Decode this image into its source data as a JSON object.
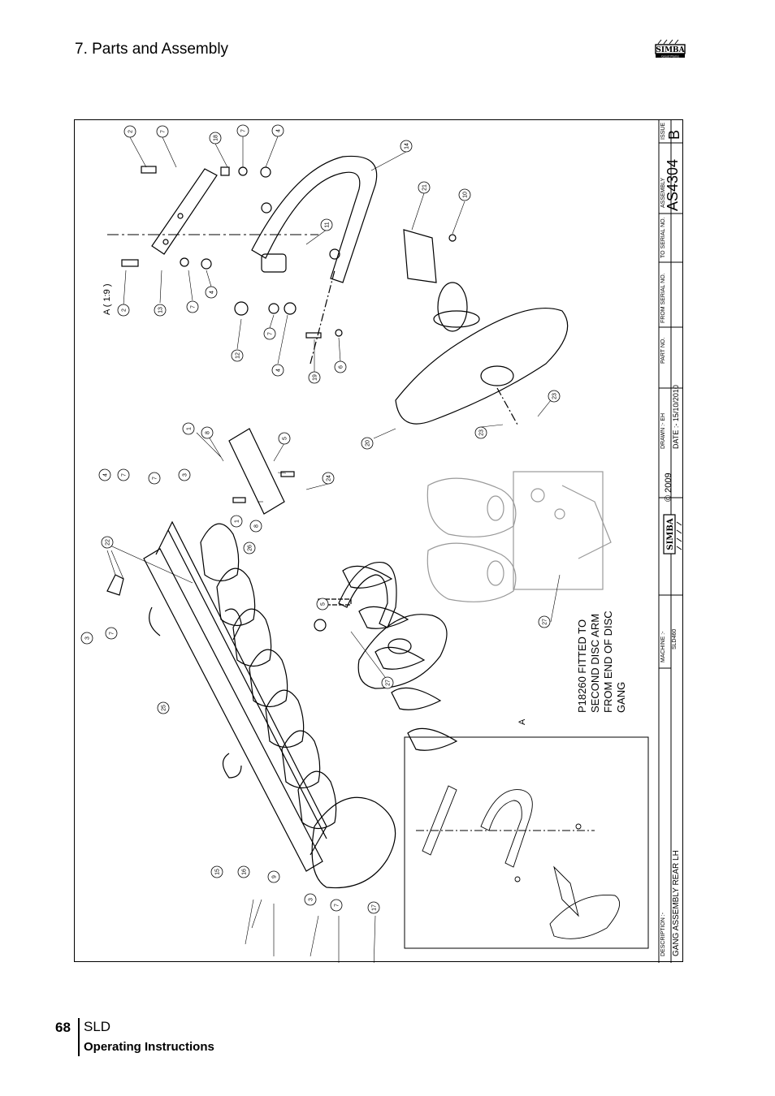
{
  "header": {
    "section_title": "7. Parts and Assembly",
    "logo_text": "SIMBA",
    "logo_subtext": "Great Plains"
  },
  "drawing": {
    "view_label": "A ( 1:9 )",
    "section_marker": "A",
    "note_lines": [
      "P18260 FITTED TO",
      "SECOND DISC ARM",
      "FROM END OF DISC",
      "GANG"
    ],
    "balloons": [
      "2",
      "7",
      "18",
      "7",
      "4",
      "14",
      "21",
      "10",
      "11",
      "13",
      "2",
      "7",
      "4",
      "12",
      "7",
      "4",
      "19",
      "6",
      "23",
      "23",
      "20",
      "1",
      "8",
      "5",
      "24",
      "5",
      "4",
      "7",
      "7",
      "3",
      "1",
      "8",
      "26",
      "22",
      "3",
      "7",
      "25",
      "27",
      "27",
      "15",
      "16",
      "9",
      "3",
      "7",
      "17"
    ]
  },
  "title_block": {
    "description_label": "DESCRIPTION :-",
    "description": "GANG ASSEMBLY REAR LH",
    "machine_label": "MACHINE :-",
    "machine": "SLD460",
    "copyright": "© 2009",
    "drawn_by": "DRAWN :- EH",
    "date": "DATE :- 15/10/2010",
    "part_no_label": "PART NO.",
    "from_serial_label": "FROM SERIAL NO.",
    "to_serial_label": "TO SERIAL NO.",
    "assembly_label": "ASSEMBLY",
    "assembly_no": "AS4304",
    "issue_label": "ISSUE",
    "issue": "B"
  },
  "footer": {
    "page_number": "68",
    "product": "SLD",
    "subtitle": "Operating Instructions"
  }
}
